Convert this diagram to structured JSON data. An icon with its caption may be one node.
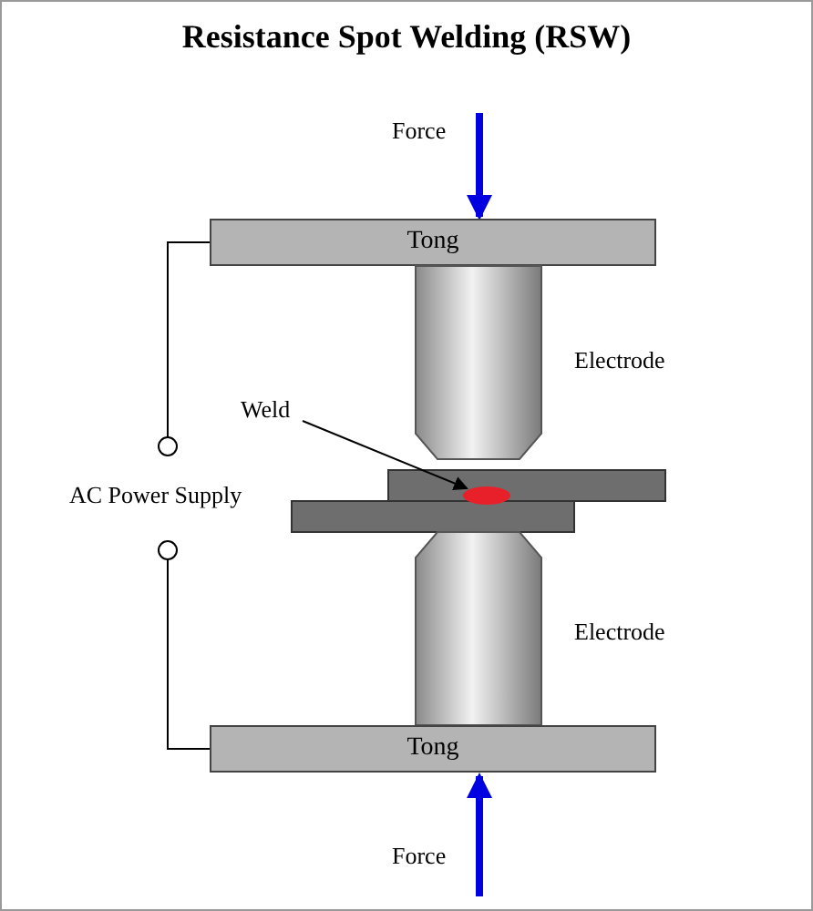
{
  "diagram": {
    "title": "Resistance Spot Welding (RSW)",
    "nodes": [
      {
        "text": [
          "Tong"
        ]
      },
      {
        "text": [
          "Electrode"
        ]
      },
      {
        "text": [
          "Weld"
        ]
      },
      {
        "text": [],
        "shape": "ellipse"
      },
      {
        "text": [
          "Electrode"
        ]
      },
      {
        "text": [
          "Tong"
        ]
      }
    ],
    "edges": [
      {
        "from": 2,
        "to": 3,
        "arrow": "to"
      }
    ],
    "labels": [
      "Force",
      "AC Power Supply",
      "Force"
    ]
  }
}
